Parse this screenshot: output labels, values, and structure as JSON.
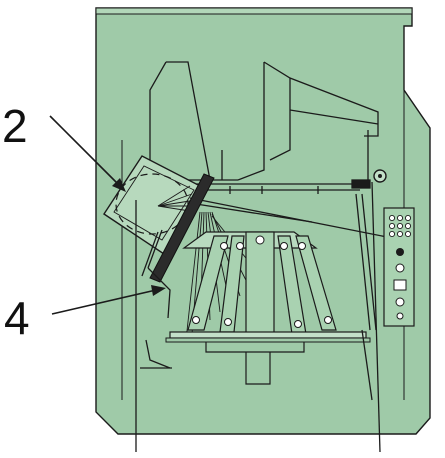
{
  "callouts": [
    {
      "label": "2",
      "target": "rotating-hopper"
    },
    {
      "label": "4",
      "target": "fan-guide-plate"
    }
  ],
  "colors": {
    "machine_fill": "#9fcaa8",
    "panel_fill": "#a9d2b1",
    "line": "#1b1b1b",
    "background": "#ffffff",
    "callout_text": "#111111"
  }
}
